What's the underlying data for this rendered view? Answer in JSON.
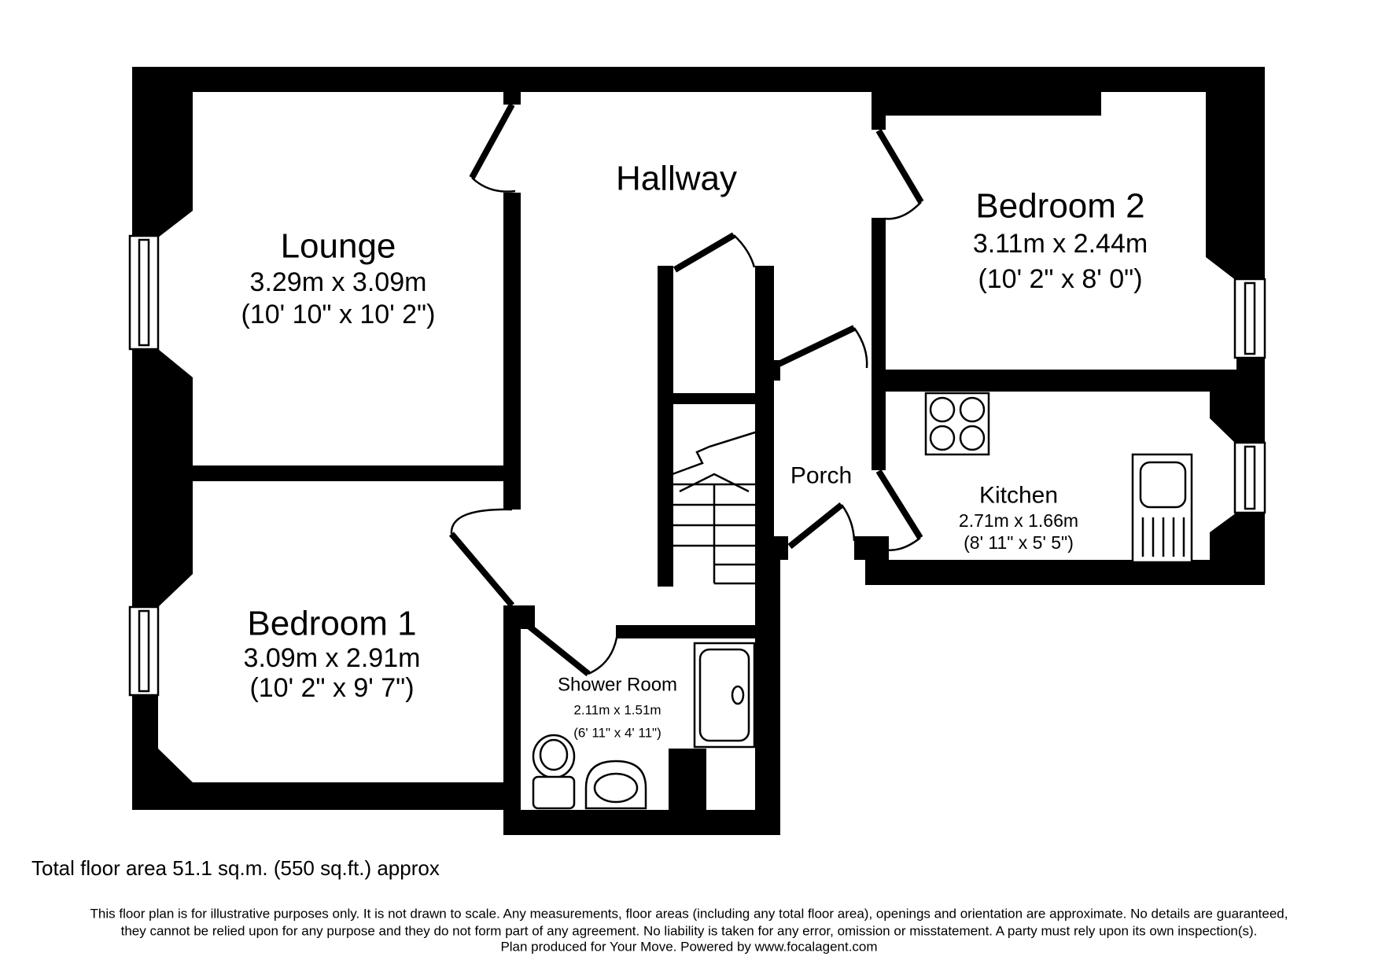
{
  "plan": {
    "colors": {
      "wall": "#000000",
      "background": "#ffffff"
    },
    "rooms": [
      {
        "id": "lounge",
        "name": "Lounge",
        "dims_metric": "3.29m x 3.09m",
        "dims_imperial": "(10' 10\" x 10' 2\")"
      },
      {
        "id": "hallway",
        "name": "Hallway",
        "dims_metric": "",
        "dims_imperial": ""
      },
      {
        "id": "bedroom2",
        "name": "Bedroom 2",
        "dims_metric": "3.11m x 2.44m",
        "dims_imperial": "(10' 2\" x 8' 0\")"
      },
      {
        "id": "porch",
        "name": "Porch",
        "dims_metric": "",
        "dims_imperial": ""
      },
      {
        "id": "kitchen",
        "name": "Kitchen",
        "dims_metric": "2.71m x 1.66m",
        "dims_imperial": "(8' 11\" x 5' 5\")"
      },
      {
        "id": "bedroom1",
        "name": "Bedroom 1",
        "dims_metric": "3.09m x 2.91m",
        "dims_imperial": "(10' 2\" x 9' 7\")"
      },
      {
        "id": "shower",
        "name": "Shower Room",
        "dims_metric": "2.11m x 1.51m",
        "dims_imperial": "(6' 11\" x 4' 11\")"
      }
    ],
    "footer": {
      "total_area": "Total floor area 51.1 sq.m. (550 sq.ft.) approx",
      "disclaimer_line1": "This floor plan is for illustrative purposes only. It is not drawn to scale. Any measurements, floor areas (including any total floor area), openings and orientation are approximate. No details are guaranteed,",
      "disclaimer_line2": "they cannot be relied upon for any purpose and they do not form part of any agreement. No liability is taken for any error, omission or misstatement. A party must rely upon its own inspection(s).",
      "disclaimer_line3": "Plan produced for Your Move. Powered by www.focalagent.com"
    }
  }
}
